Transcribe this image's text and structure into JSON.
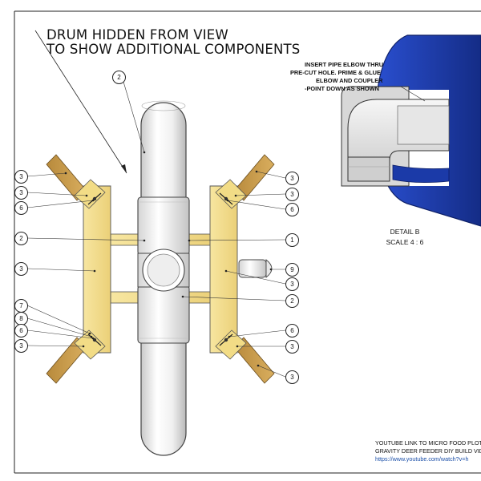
{
  "title": {
    "line1": "DRUM HIDDEN FROM VIEW",
    "line2": "TO SHOW ADDITIONAL COMPONENTS"
  },
  "detail_note": {
    "lines": [
      "INSERT PIPE ELBOW THRU",
      "PRE-CUT HOLE.  PRIME & GLUE",
      "ELBOW AND COUPLER",
      "-POINT DOWN AS SHOWN"
    ]
  },
  "detail_label": {
    "name": "DETAIL B",
    "scale": "SCALE 4 : 6"
  },
  "footer": {
    "line1": "YOUTUBE LINK TO MICRO FOOD PLOT",
    "line2": "GRAVITY DEER FEEDER DIY BUILD VIDE",
    "line3": "https://www.youtube.com/watch?v=h"
  },
  "balloons": {
    "top_pipe": "2",
    "left": [
      "3",
      "3",
      "6",
      "2",
      "3",
      "7",
      "8",
      "6",
      "3"
    ],
    "right": [
      "3",
      "3",
      "6",
      "1",
      "9",
      "3",
      "2",
      "6",
      "3",
      "3"
    ]
  },
  "colors": {
    "wood": "#f2dc86",
    "wood_dark": "#c9a24a",
    "wood_end": "#a07832",
    "pipe": "#f4f4f4",
    "drum_blue": "#1e3fb0",
    "url_blue": "#1b4fa8"
  }
}
